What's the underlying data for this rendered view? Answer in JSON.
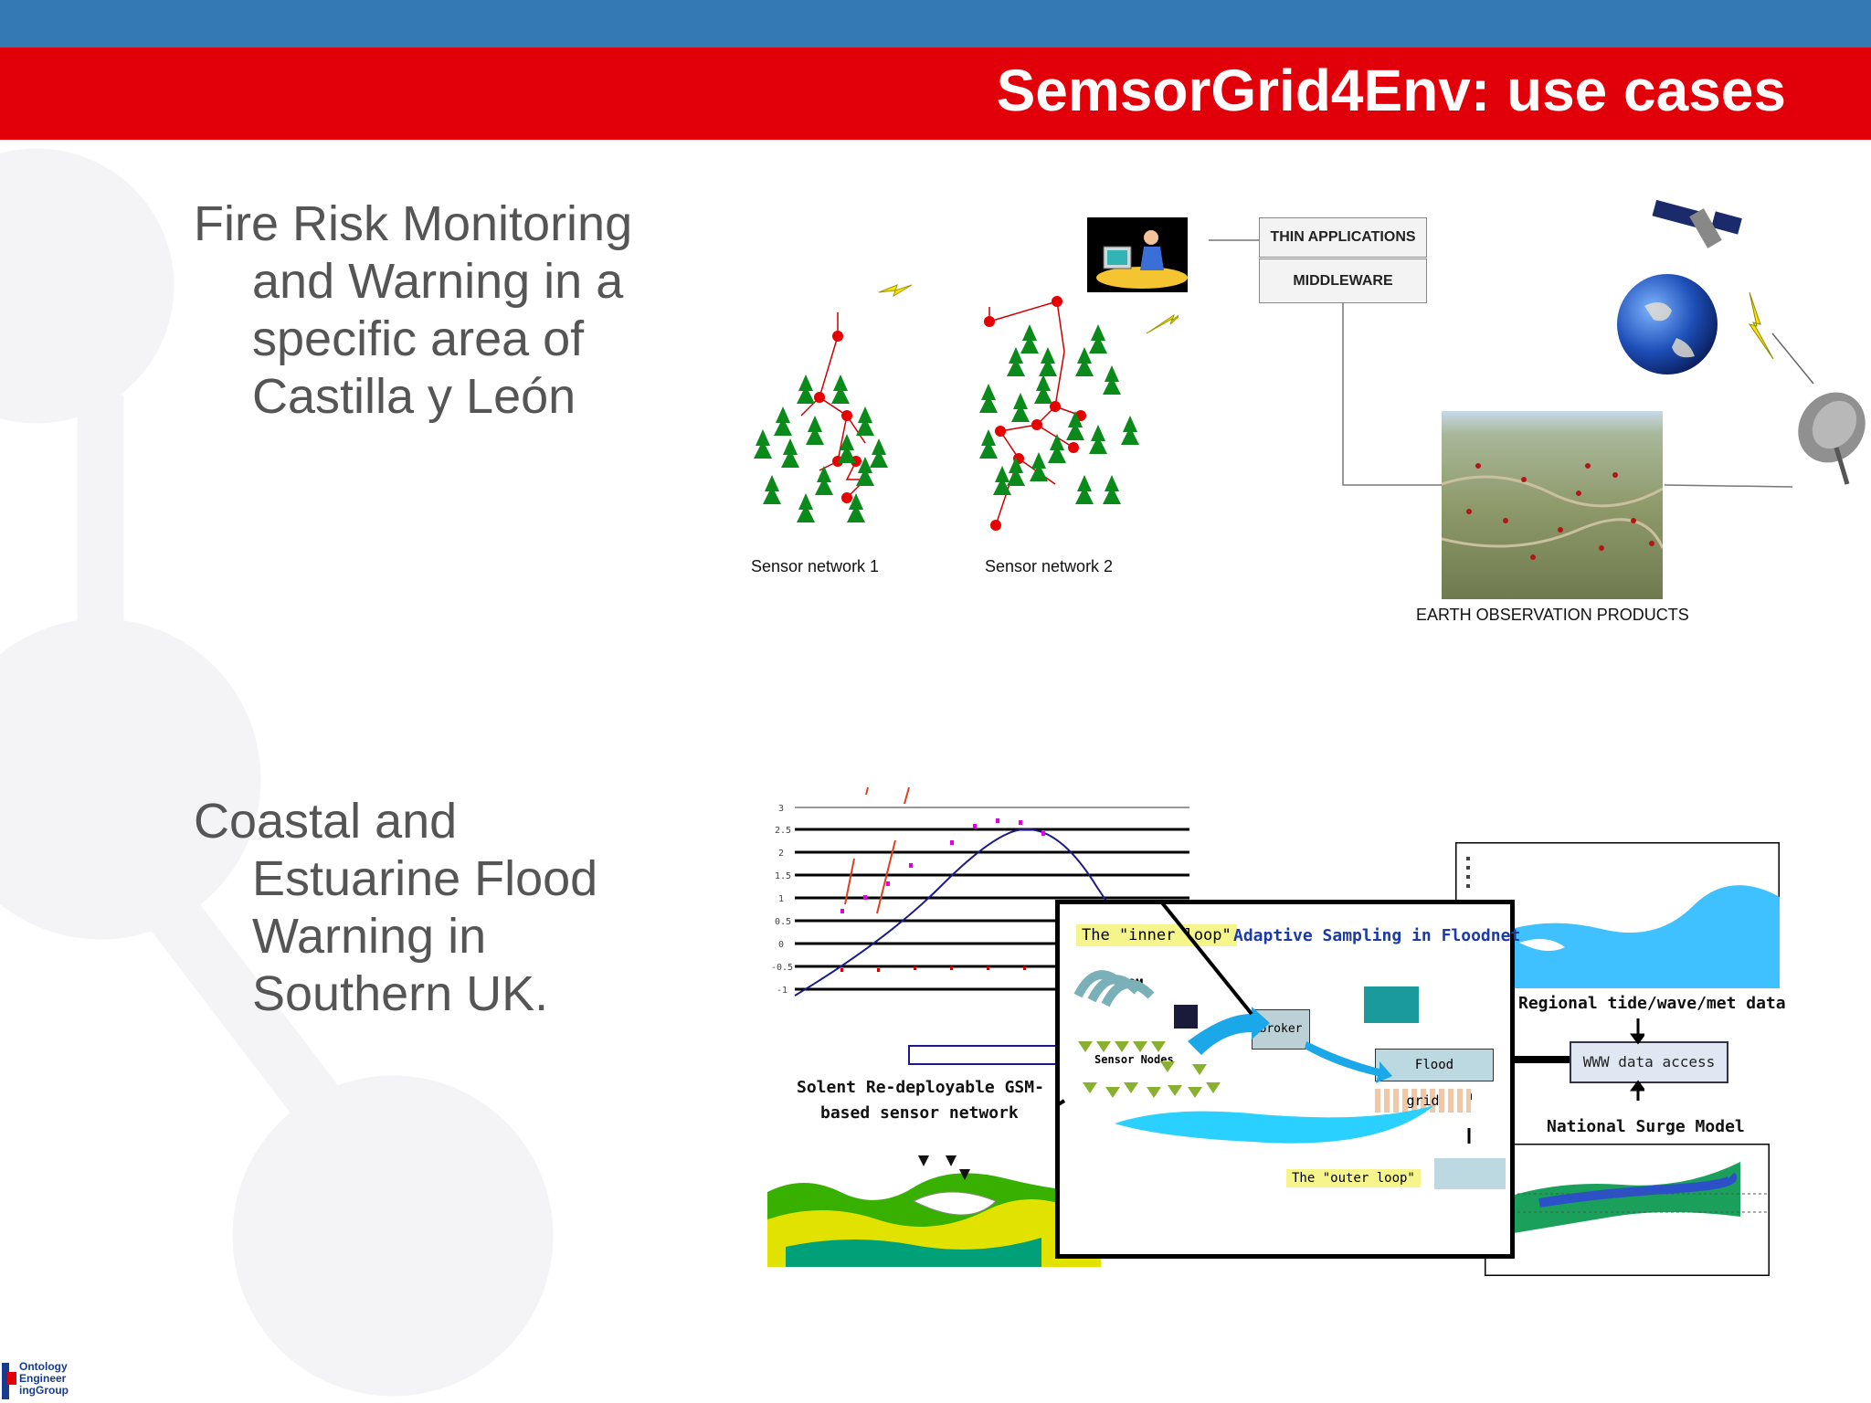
{
  "slide": {
    "title": "SemsorGrid4Env: use cases"
  },
  "bullets": [
    {
      "lines": [
        "Fire Risk Monitoring",
        "and Warning in a",
        "specific area of",
        "Castilla y León"
      ]
    },
    {
      "lines": [
        "Coastal and",
        "Estuarine Flood",
        "Warning in",
        "Southern UK."
      ]
    }
  ],
  "fire_diagram": {
    "sensor_network_1": "Sensor network  1",
    "sensor_network_2": "Sensor network  2",
    "thin_applications": "THIN APPLICATIONS",
    "middleware": "MIDDLEWARE",
    "earth_observation": "EARTH OBSERVATION PRODUCTS"
  },
  "flood_diagram": {
    "inner_loop": "The \"inner loop\"",
    "adaptive_sampling": "Adaptive Sampling in Floodnet",
    "gsm": "GSM",
    "sensor_nodes": "Sensor Nodes",
    "broker": "broker",
    "flood_prediction": "Flood prediction",
    "grid": "grid",
    "outer_loop": "The \"outer loop\"",
    "regional_data": "Regional tide/wave/met data",
    "www_access": "WWW data access",
    "national_surge": "National Surge Model",
    "solent_line1": "Solent Re-deployable GSM-",
    "solent_line2": "based sensor network"
  },
  "logo": {
    "lines": [
      "Ontology",
      "Engineer",
      "ingGroup"
    ]
  },
  "colors": {
    "top_band": "#3479b4",
    "title_band": "#e1000a",
    "bullet_text": "#555555"
  }
}
